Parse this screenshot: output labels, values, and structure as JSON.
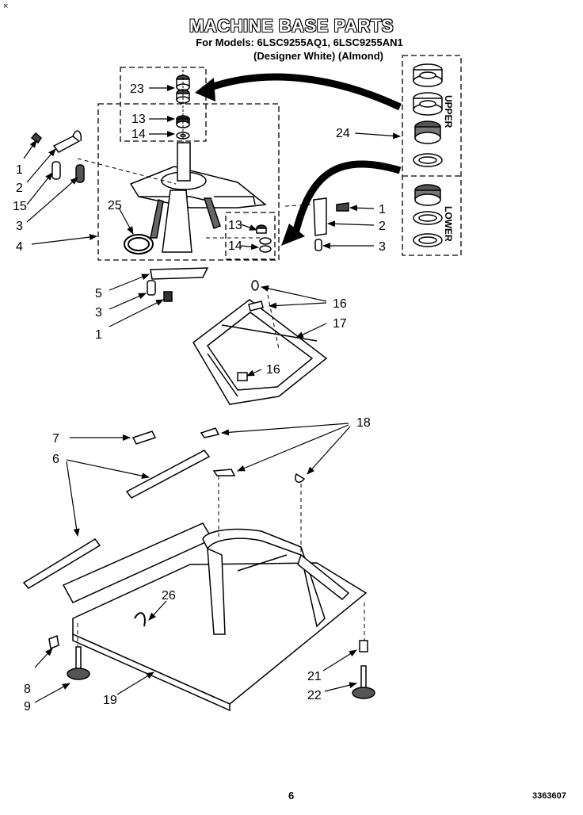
{
  "header": {
    "corner_mark": "×",
    "title": "MACHINE BASE PARTS",
    "models_line": "For Models: 6LSC9255AQ1, 6LSC9255AN1",
    "colors_line": "(Designer White) (Almond)"
  },
  "side_panel": {
    "upper_label": "UPPER",
    "lower_label": "LOWER"
  },
  "callouts": {
    "c23": "23",
    "c13a": "13",
    "c14a": "14",
    "c1a": "1",
    "c2a": "2",
    "c15": "15",
    "c3a": "3",
    "c4": "4",
    "c25": "25",
    "c24": "24",
    "c1b": "1",
    "c2b": "2",
    "c3b": "3",
    "c13b": "13",
    "c14b": "14",
    "c5": "5",
    "c3c": "3",
    "c1c": "1",
    "c16a": "16",
    "c17": "17",
    "c16b": "16",
    "c18": "18",
    "c7": "7",
    "c6": "6",
    "c26": "26",
    "c8": "8",
    "c9": "9",
    "c19": "19",
    "c21": "21",
    "c22": "22"
  },
  "footer": {
    "page_number": "6",
    "document_number": "3363607"
  }
}
